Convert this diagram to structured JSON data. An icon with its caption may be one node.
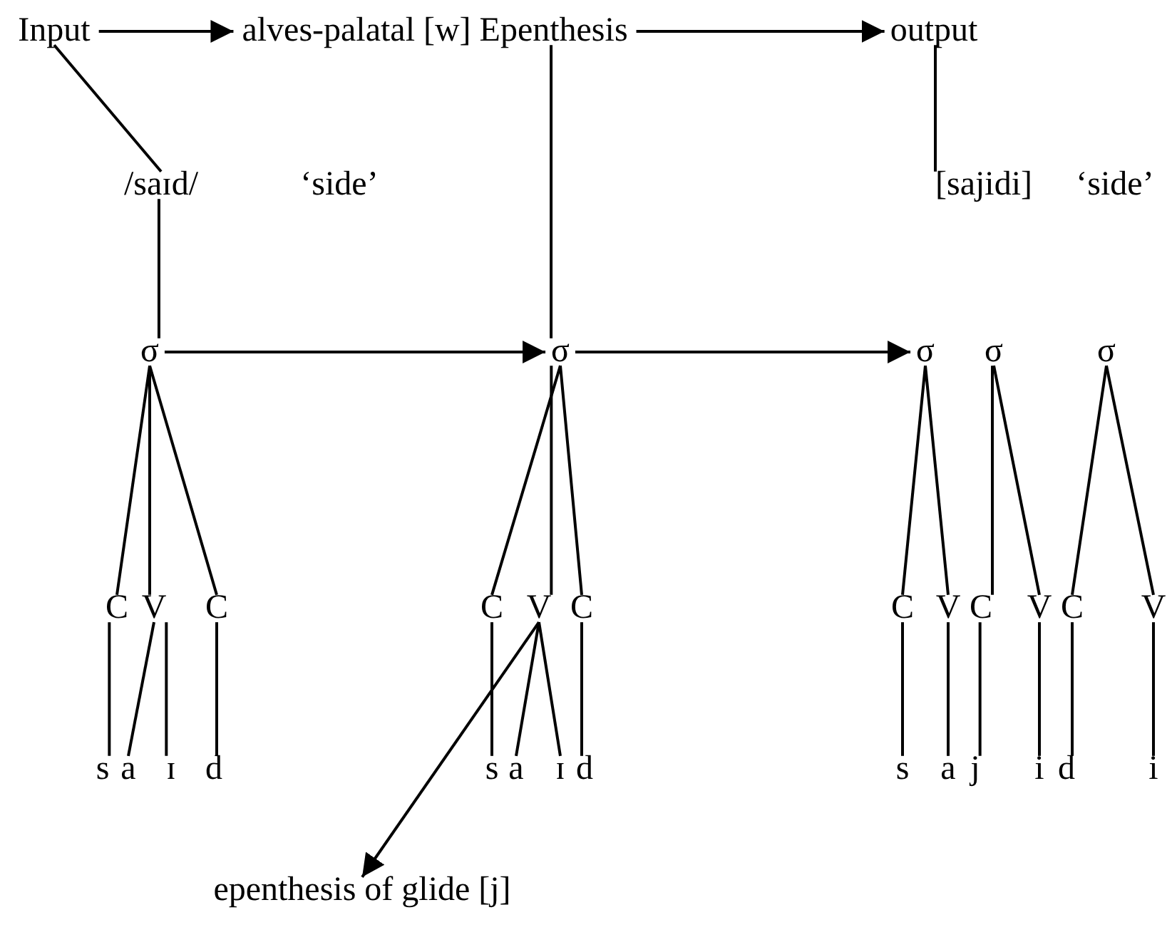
{
  "diagram": {
    "nodes": [
      {
        "text": [
          "Input"
        ]
      },
      {
        "text": [
          "alves-palatal [w] Epenthesis"
        ]
      },
      {
        "text": [
          "output"
        ]
      },
      {
        "text": [
          "/saɪd/"
        ],
        "beside": [
          "‘side’"
        ]
      },
      {
        "text": [
          "[sajidi]"
        ],
        "beside": [
          "‘side’"
        ]
      },
      {
        "text": [
          "σ"
        ]
      },
      {
        "text": [
          "C"
        ]
      },
      {
        "text": [
          "V"
        ]
      },
      {
        "text": [
          "C"
        ]
      },
      {
        "text": [
          "s"
        ]
      },
      {
        "text": [
          "a"
        ]
      },
      {
        "text": [
          "ɪ"
        ]
      },
      {
        "text": [
          "d"
        ]
      },
      {
        "text": [
          "σ"
        ]
      },
      {
        "text": [
          "C"
        ]
      },
      {
        "text": [
          "V"
        ]
      },
      {
        "text": [
          "C"
        ]
      },
      {
        "text": [
          "s"
        ]
      },
      {
        "text": [
          "a"
        ]
      },
      {
        "text": [
          "ɪ"
        ]
      },
      {
        "text": [
          "d"
        ]
      },
      {
        "text": [
          "σ"
        ]
      },
      {
        "text": [
          "σ"
        ]
      },
      {
        "text": [
          "σ"
        ]
      },
      {
        "text": [
          "C"
        ]
      },
      {
        "text": [
          "V"
        ]
      },
      {
        "text": [
          "C"
        ]
      },
      {
        "text": [
          "V"
        ]
      },
      {
        "text": [
          "C"
        ]
      },
      {
        "text": [
          "V"
        ]
      },
      {
        "text": [
          "s"
        ]
      },
      {
        "text": [
          "a"
        ]
      },
      {
        "text": [
          "j"
        ]
      },
      {
        "text": [
          "i"
        ]
      },
      {
        "text": [
          "d"
        ]
      },
      {
        "text": [
          "i"
        ]
      },
      {
        "text": [
          "epenthesis of glide [j]"
        ]
      }
    ],
    "edges": [
      {
        "from": 0,
        "to": 1,
        "arrow": "to"
      },
      {
        "from": 1,
        "to": 2,
        "arrow": "to"
      },
      {
        "from": 0,
        "to": 3,
        "arrow": "none"
      },
      {
        "from": 1,
        "to": 13,
        "arrow": "none"
      },
      {
        "from": 2,
        "to": 4,
        "arrow": "none"
      },
      {
        "from": 3,
        "to": 5,
        "arrow": "none"
      },
      {
        "from": 5,
        "to": 6,
        "arrow": "none"
      },
      {
        "from": 5,
        "to": 7,
        "arrow": "none"
      },
      {
        "from": 5,
        "to": 8,
        "arrow": "none"
      },
      {
        "from": 6,
        "to": 9,
        "arrow": "none"
      },
      {
        "from": 7,
        "to": 10,
        "arrow": "none"
      },
      {
        "from": 7,
        "to": 11,
        "arrow": "none"
      },
      {
        "from": 8,
        "to": 12,
        "arrow": "none"
      },
      {
        "from": 5,
        "to": 13,
        "arrow": "to"
      },
      {
        "from": 13,
        "to": 14,
        "arrow": "none"
      },
      {
        "from": 13,
        "to": 15,
        "arrow": "none"
      },
      {
        "from": 13,
        "to": 16,
        "arrow": "none"
      },
      {
        "from": 14,
        "to": 17,
        "arrow": "none"
      },
      {
        "from": 15,
        "to": 18,
        "arrow": "none"
      },
      {
        "from": 15,
        "to": 19,
        "arrow": "none"
      },
      {
        "from": 16,
        "to": 20,
        "arrow": "none"
      },
      {
        "from": 15,
        "to": 36,
        "arrow": "to"
      },
      {
        "from": 13,
        "to": 21,
        "arrow": "to"
      },
      {
        "from": 21,
        "to": 24,
        "arrow": "none"
      },
      {
        "from": 21,
        "to": 25,
        "arrow": "none"
      },
      {
        "from": 22,
        "to": 26,
        "arrow": "none"
      },
      {
        "from": 22,
        "to": 27,
        "arrow": "none"
      },
      {
        "from": 23,
        "to": 28,
        "arrow": "none"
      },
      {
        "from": 23,
        "to": 29,
        "arrow": "none"
      },
      {
        "from": 24,
        "to": 30,
        "arrow": "none"
      },
      {
        "from": 25,
        "to": 31,
        "arrow": "none"
      },
      {
        "from": 26,
        "to": 32,
        "arrow": "none"
      },
      {
        "from": 27,
        "to": 33,
        "arrow": "none"
      },
      {
        "from": 28,
        "to": 34,
        "arrow": "none"
      },
      {
        "from": 29,
        "to": 35,
        "arrow": "none"
      }
    ]
  }
}
